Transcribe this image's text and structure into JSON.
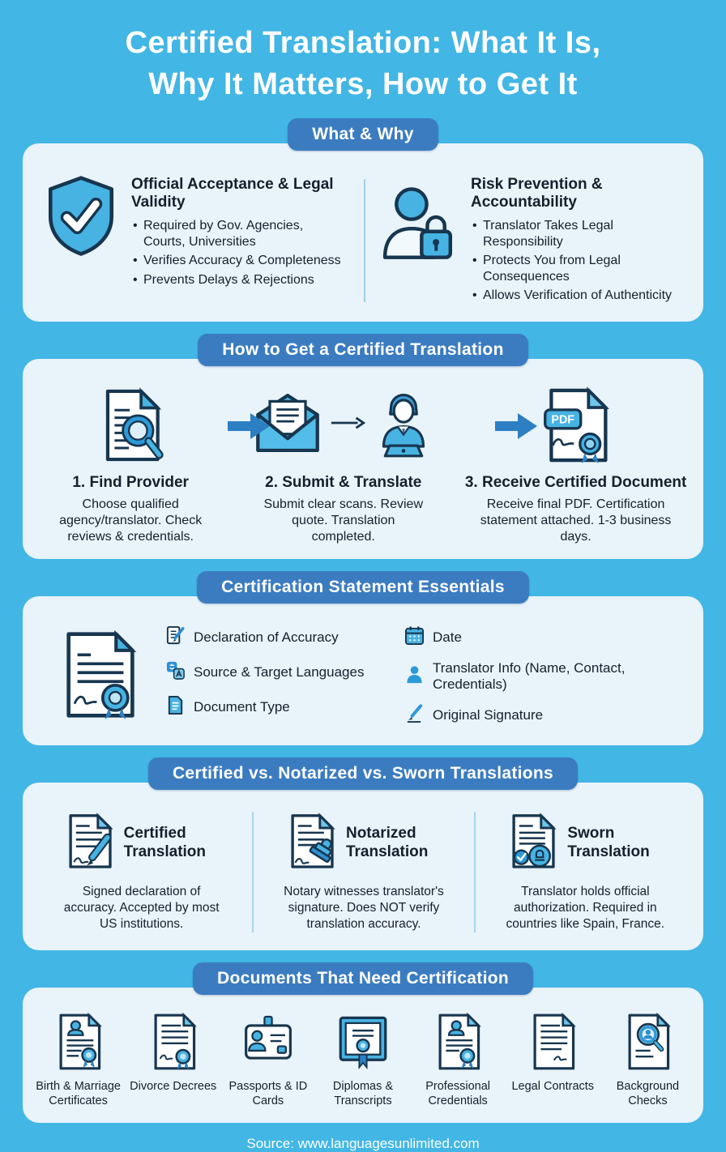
{
  "page": {
    "title_line1": "Certified Translation: What It Is,",
    "title_line2": "Why It Matters, How to Get It",
    "source": "Source: www.languagesunlimited.com"
  },
  "colors": {
    "background": "#42b6e5",
    "badge": "#3b7cc1",
    "panel": "#e8f3fa",
    "icon_blue": "#47b3e3",
    "arrow_blue": "#2d7fc4",
    "outline_navy": "#17364f",
    "text_dark": "#15202c"
  },
  "what_why": {
    "header": "What & Why",
    "left": {
      "icon": "shield-check-icon",
      "title": "Official Acceptance & Legal Validity",
      "bullets": [
        "Required by Gov. Agencies, Courts, Universities",
        "Verifies Accuracy & Completeness",
        "Prevents Delays & Rejections"
      ]
    },
    "right": {
      "icon": "person-lock-icon",
      "title": "Risk Prevention & Accountability",
      "bullets": [
        "Translator Takes Legal Responsibility",
        "Protects You from Legal Consequences",
        "Allows Verification of Authenticity"
      ]
    }
  },
  "how_to": {
    "header": "How to Get a Certified Translation",
    "pdf_label": "PDF",
    "steps": [
      {
        "icon": "document-search-icon",
        "title": "1. Find Provider",
        "desc": "Choose qualified agency/translator. Check reviews & credentials."
      },
      {
        "icon": "envelope-to-translator-icon",
        "title": "2. Submit & Translate",
        "desc": "Submit clear scans. Review quote. Translation completed."
      },
      {
        "icon": "pdf-certificate-icon",
        "title": "3. Receive Certified Document",
        "desc": "Receive final PDF. Certification statement attached. 1-3 business days."
      }
    ]
  },
  "essentials": {
    "header": "Certification Statement Essentials",
    "icon": "certificate-document-icon",
    "items_left": [
      {
        "icon": "declaration-icon",
        "label": "Declaration of Accuracy"
      },
      {
        "icon": "languages-icon",
        "label": "Source & Target Languages"
      },
      {
        "icon": "document-type-icon",
        "label": "Document Type"
      }
    ],
    "items_right": [
      {
        "icon": "calendar-icon",
        "label": "Date"
      },
      {
        "icon": "translator-info-icon",
        "label": "Translator Info (Name, Contact, Credentials)"
      },
      {
        "icon": "signature-pen-icon",
        "label": "Original Signature"
      }
    ]
  },
  "comparison": {
    "header": "Certified vs. Notarized vs. Sworn Translations",
    "columns": [
      {
        "icon": "certified-document-icon",
        "title": "Certified Translation",
        "desc": "Signed declaration of accuracy. Accepted by most US institutions."
      },
      {
        "icon": "notarized-document-icon",
        "title": "Notarized Translation",
        "desc": "Notary witnesses translator's signature. Does NOT verify translation accuracy."
      },
      {
        "icon": "sworn-document-icon",
        "title": "Sworn Translation",
        "desc": "Translator holds official authorization. Required in countries like Spain, France."
      }
    ]
  },
  "documents": {
    "header": "Documents That Need Certification",
    "items": [
      {
        "icon": "birth-marriage-certificate-icon",
        "label": "Birth & Marriage Certificates"
      },
      {
        "icon": "divorce-decree-icon",
        "label": "Divorce Decrees"
      },
      {
        "icon": "passport-id-card-icon",
        "label": "Passports & ID Cards"
      },
      {
        "icon": "diploma-transcript-icon",
        "label": "Diplomas & Transcripts"
      },
      {
        "icon": "professional-credentials-icon",
        "label": "Professional Credentials"
      },
      {
        "icon": "legal-contract-icon",
        "label": "Legal Contracts"
      },
      {
        "icon": "background-check-icon",
        "label": "Background Checks"
      }
    ]
  }
}
